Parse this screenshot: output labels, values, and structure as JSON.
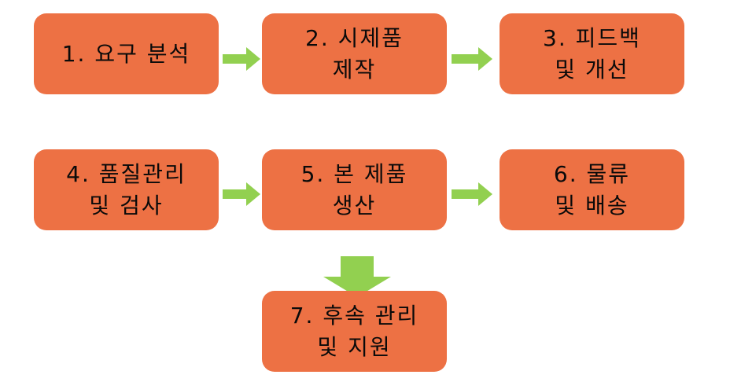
{
  "steps": [
    {
      "lines": [
        "1. 요구 분석"
      ]
    },
    {
      "lines": [
        "2. 시제품",
        "제작"
      ]
    },
    {
      "lines": [
        "3. 피드백",
        "및 개선"
      ]
    },
    {
      "lines": [
        "4. 품질관리",
        "및 검사"
      ]
    },
    {
      "lines": [
        "5. 본 제품",
        "생산"
      ]
    },
    {
      "lines": [
        "6. 물류",
        "및 배송"
      ]
    },
    {
      "lines": [
        "7. 후속 관리",
        "및 지원"
      ]
    }
  ],
  "colors": {
    "box_fill": "#ed7144",
    "arrow_fill": "#92d050",
    "text": "#0a0a0a"
  }
}
